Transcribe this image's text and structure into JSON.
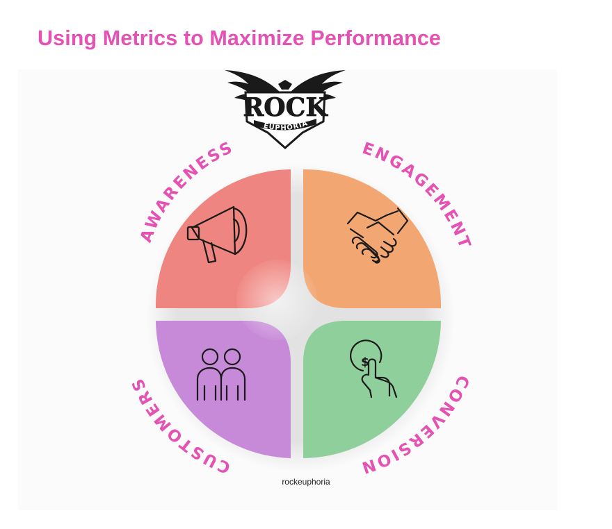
{
  "title": "Using Metrics to Maximize Performance",
  "logo": {
    "brand_main": "ROCK",
    "brand_sub": "EUPHORIA"
  },
  "stages": [
    {
      "id": "awareness",
      "label": "AWARENESS",
      "icon": "megaphone-icon",
      "color": "#ef8580"
    },
    {
      "id": "engagement",
      "label": "ENGAGEMENT",
      "icon": "handshake-icon",
      "color": "#f2a672"
    },
    {
      "id": "conversion",
      "label": "CONVERSION",
      "icon": "dollar-tap-icon",
      "color": "#8fcf9b"
    },
    {
      "id": "customers",
      "label": "CUSTOMERS",
      "icon": "people-icon",
      "color": "#c78ad8"
    }
  ],
  "label_color": "#e452b4",
  "footer_brand": "rockeuphoria"
}
